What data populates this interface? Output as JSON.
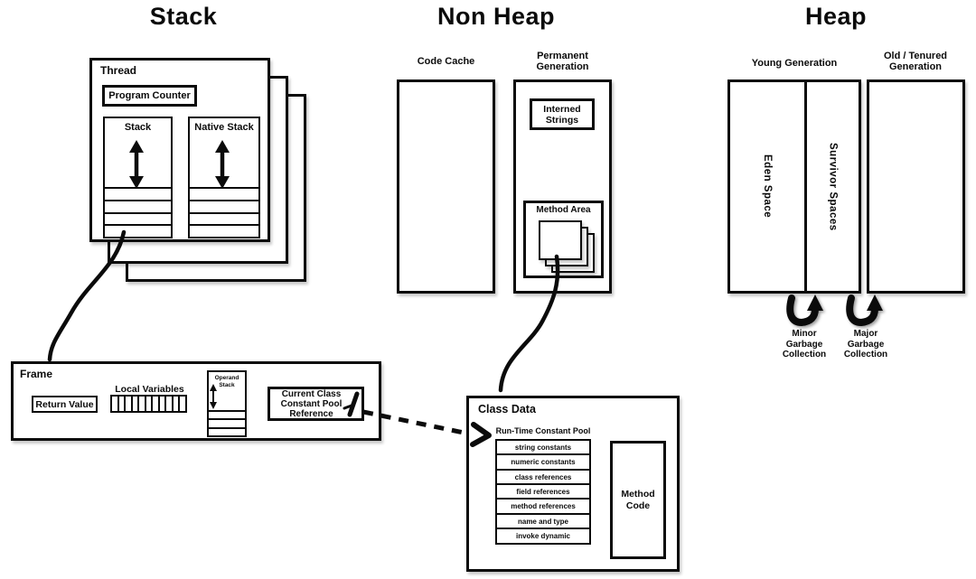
{
  "titles": {
    "stack": "Stack",
    "non_heap": "Non Heap",
    "heap": "Heap"
  },
  "thread": {
    "title": "Thread",
    "program_counter": "Program Counter",
    "stack": "Stack",
    "native_stack": "Native Stack"
  },
  "frame": {
    "title": "Frame",
    "return_value": "Return Value",
    "local_variables": "Local Variables",
    "operand_stack": "Operand Stack",
    "current_class_ref": "Current Class Constant Pool Reference"
  },
  "non_heap": {
    "code_cache": "Code Cache",
    "permanent_generation": "Permanent Generation",
    "interned_strings": "Interned Strings",
    "method_area": "Method Area"
  },
  "class_data": {
    "title": "Class Data",
    "pool_title": "Run-Time Constant Pool",
    "pool_rows": [
      "string constants",
      "numeric constants",
      "class references",
      "field references",
      "method references",
      "name and type",
      "invoke dynamic"
    ],
    "method_code": "Method Code"
  },
  "heap": {
    "young_generation": "Young Generation",
    "old_generation": "Old / Tenured Generation",
    "eden_space": "Eden Space",
    "survivor_spaces": "Survivor Spaces",
    "minor_gc": "Minor Garbage Collection",
    "major_gc": "Major Garbage Collection"
  },
  "colors": {
    "ink": "#0b0b0b",
    "background": "#ffffff"
  }
}
